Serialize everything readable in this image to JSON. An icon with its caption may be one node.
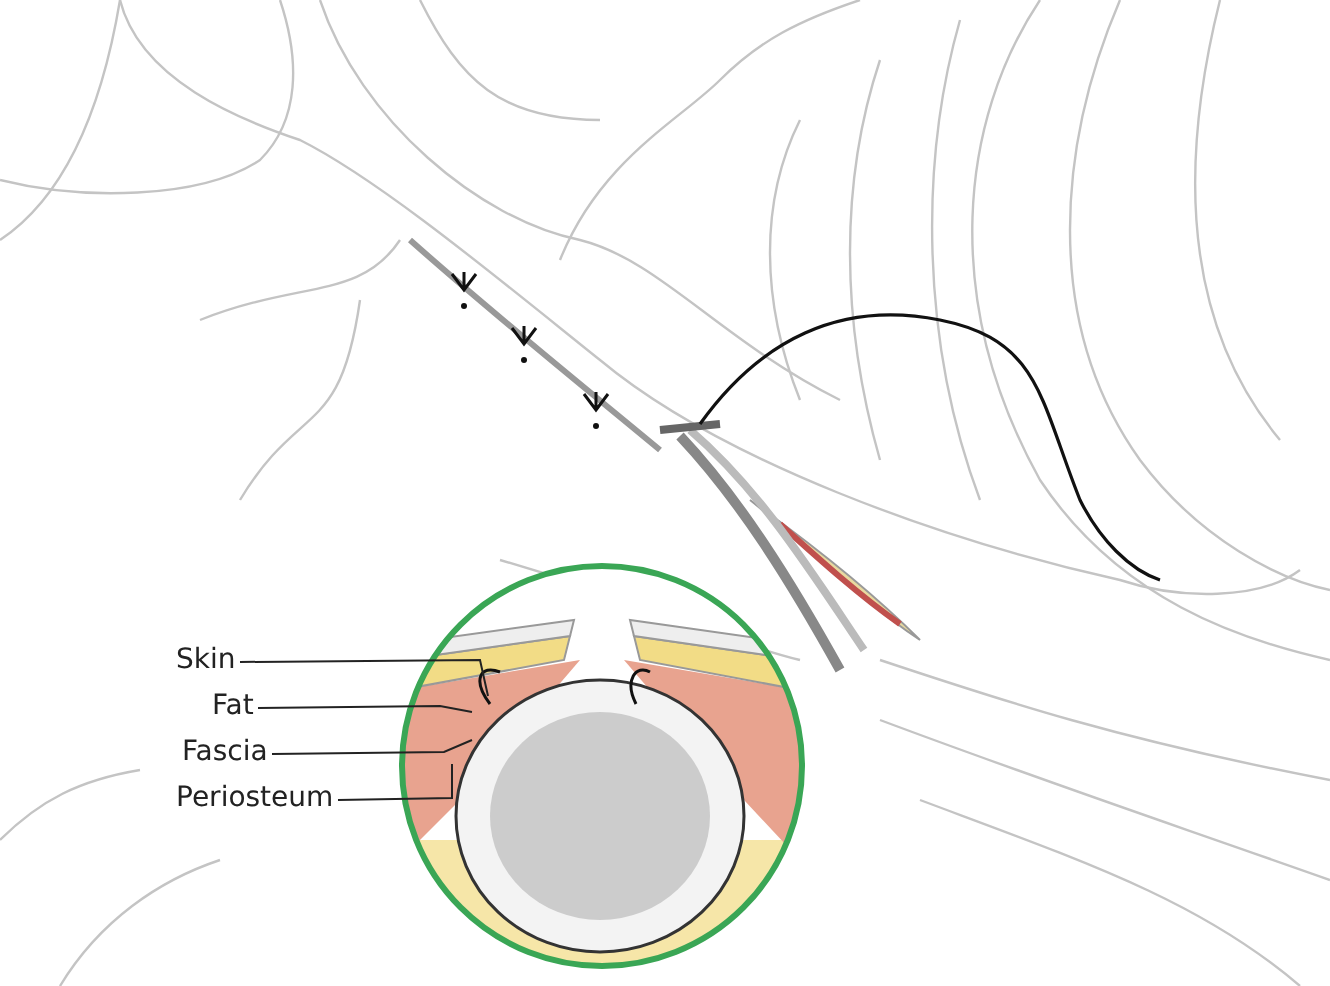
{
  "diagram": {
    "nodes": [
      {
        "text": [
          "Skin"
        ]
      },
      {
        "text": [
          "Fat"
        ]
      },
      {
        "text": [
          "Fascia"
        ]
      },
      {
        "text": [
          "Periosteum"
        ]
      }
    ],
    "edges": [
      {
        "from": 0,
        "to": null,
        "arrow": "none"
      },
      {
        "from": 1,
        "to": null,
        "arrow": "none"
      },
      {
        "from": 2,
        "to": null,
        "arrow": "none"
      },
      {
        "from": 3,
        "to": null,
        "arrow": "none"
      }
    ]
  }
}
